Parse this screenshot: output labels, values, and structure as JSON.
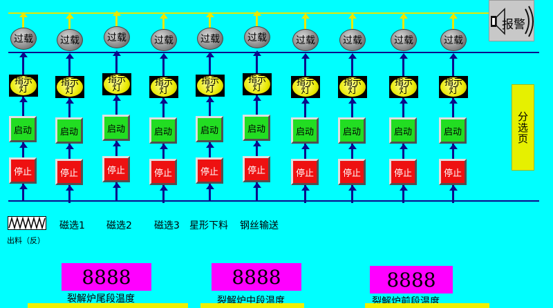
{
  "columns": [
    {
      "overload": "过载",
      "indicator": [
        "指示",
        "灯"
      ],
      "start": "启动",
      "stop": "停止"
    },
    {
      "overload": "过载",
      "indicator": [
        "指示",
        "灯"
      ],
      "start": "启动",
      "stop": "停止"
    },
    {
      "overload": "过载",
      "indicator": [
        "指示",
        "灯"
      ],
      "start": "启动",
      "stop": "停止"
    },
    {
      "overload": "过载",
      "indicator": [
        "指示",
        "灯"
      ],
      "start": "启动",
      "stop": "停止"
    },
    {
      "overload": "过载",
      "indicator": [
        "指示",
        "灯"
      ],
      "start": "启动",
      "stop": "停止"
    },
    {
      "overload": "过载",
      "indicator": [
        "指示",
        "灯"
      ],
      "start": "启动",
      "stop": "停止"
    },
    {
      "overload": "过载",
      "indicator": [
        "指示",
        "灯"
      ],
      "start": "启动",
      "stop": "停止"
    },
    {
      "overload": "过载",
      "indicator": [
        "指示",
        "灯"
      ],
      "start": "启动",
      "stop": "停止"
    },
    {
      "overload": "过载",
      "indicator": [
        "指示",
        "灯"
      ],
      "start": "启动",
      "stop": "停止"
    },
    {
      "overload": "过载",
      "indicator": [
        "指示",
        "灯"
      ],
      "start": "启动",
      "stop": "停止"
    }
  ],
  "alarm": {
    "label": "报警"
  },
  "page_select": {
    "label": "分选页"
  },
  "equipment_labels": {
    "discharge": "出料（反）",
    "magsep1": "磁选1",
    "magsep2": "磁选2",
    "magsep3": "磁选3",
    "star_feeder": "星形下料",
    "wire_conveyor": "钢丝输送"
  },
  "temperatures": [
    {
      "value": "8888",
      "label": "裂解炉尾段温度"
    },
    {
      "value": "8888",
      "label": "裂解炉中段温度"
    },
    {
      "value": "8888",
      "label": "裂解炉前段温度"
    }
  ],
  "colors": {
    "background": "#00FFFF",
    "bus_line": "#0a0a8a",
    "top_line": "#e8e800",
    "start_button": "#22dd22",
    "stop_button": "#ee1111",
    "display": "#ff00ff",
    "page_button": "#e6f000"
  },
  "icons": {
    "alarm": "speaker-icon",
    "discharge": "coil-icon"
  }
}
